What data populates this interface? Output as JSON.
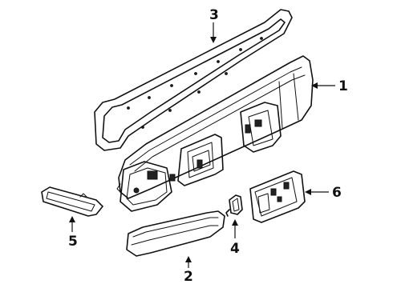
{
  "callouts": {
    "c1": "1",
    "c2": "2",
    "c3": "3",
    "c4": "4",
    "c5": "5",
    "c6": "6"
  },
  "parts": [
    {
      "callout": "1",
      "icon": "tail-lamp-panel-assembly"
    },
    {
      "callout": "2",
      "icon": "lamp-lens"
    },
    {
      "callout": "3",
      "icon": "upper-trim-molding"
    },
    {
      "callout": "4",
      "icon": "retaining-clip"
    },
    {
      "callout": "5",
      "icon": "side-marker-lamp"
    },
    {
      "callout": "6",
      "icon": "license-plate-bracket"
    }
  ],
  "colors": {
    "line": "#111111",
    "background": "#ffffff"
  }
}
